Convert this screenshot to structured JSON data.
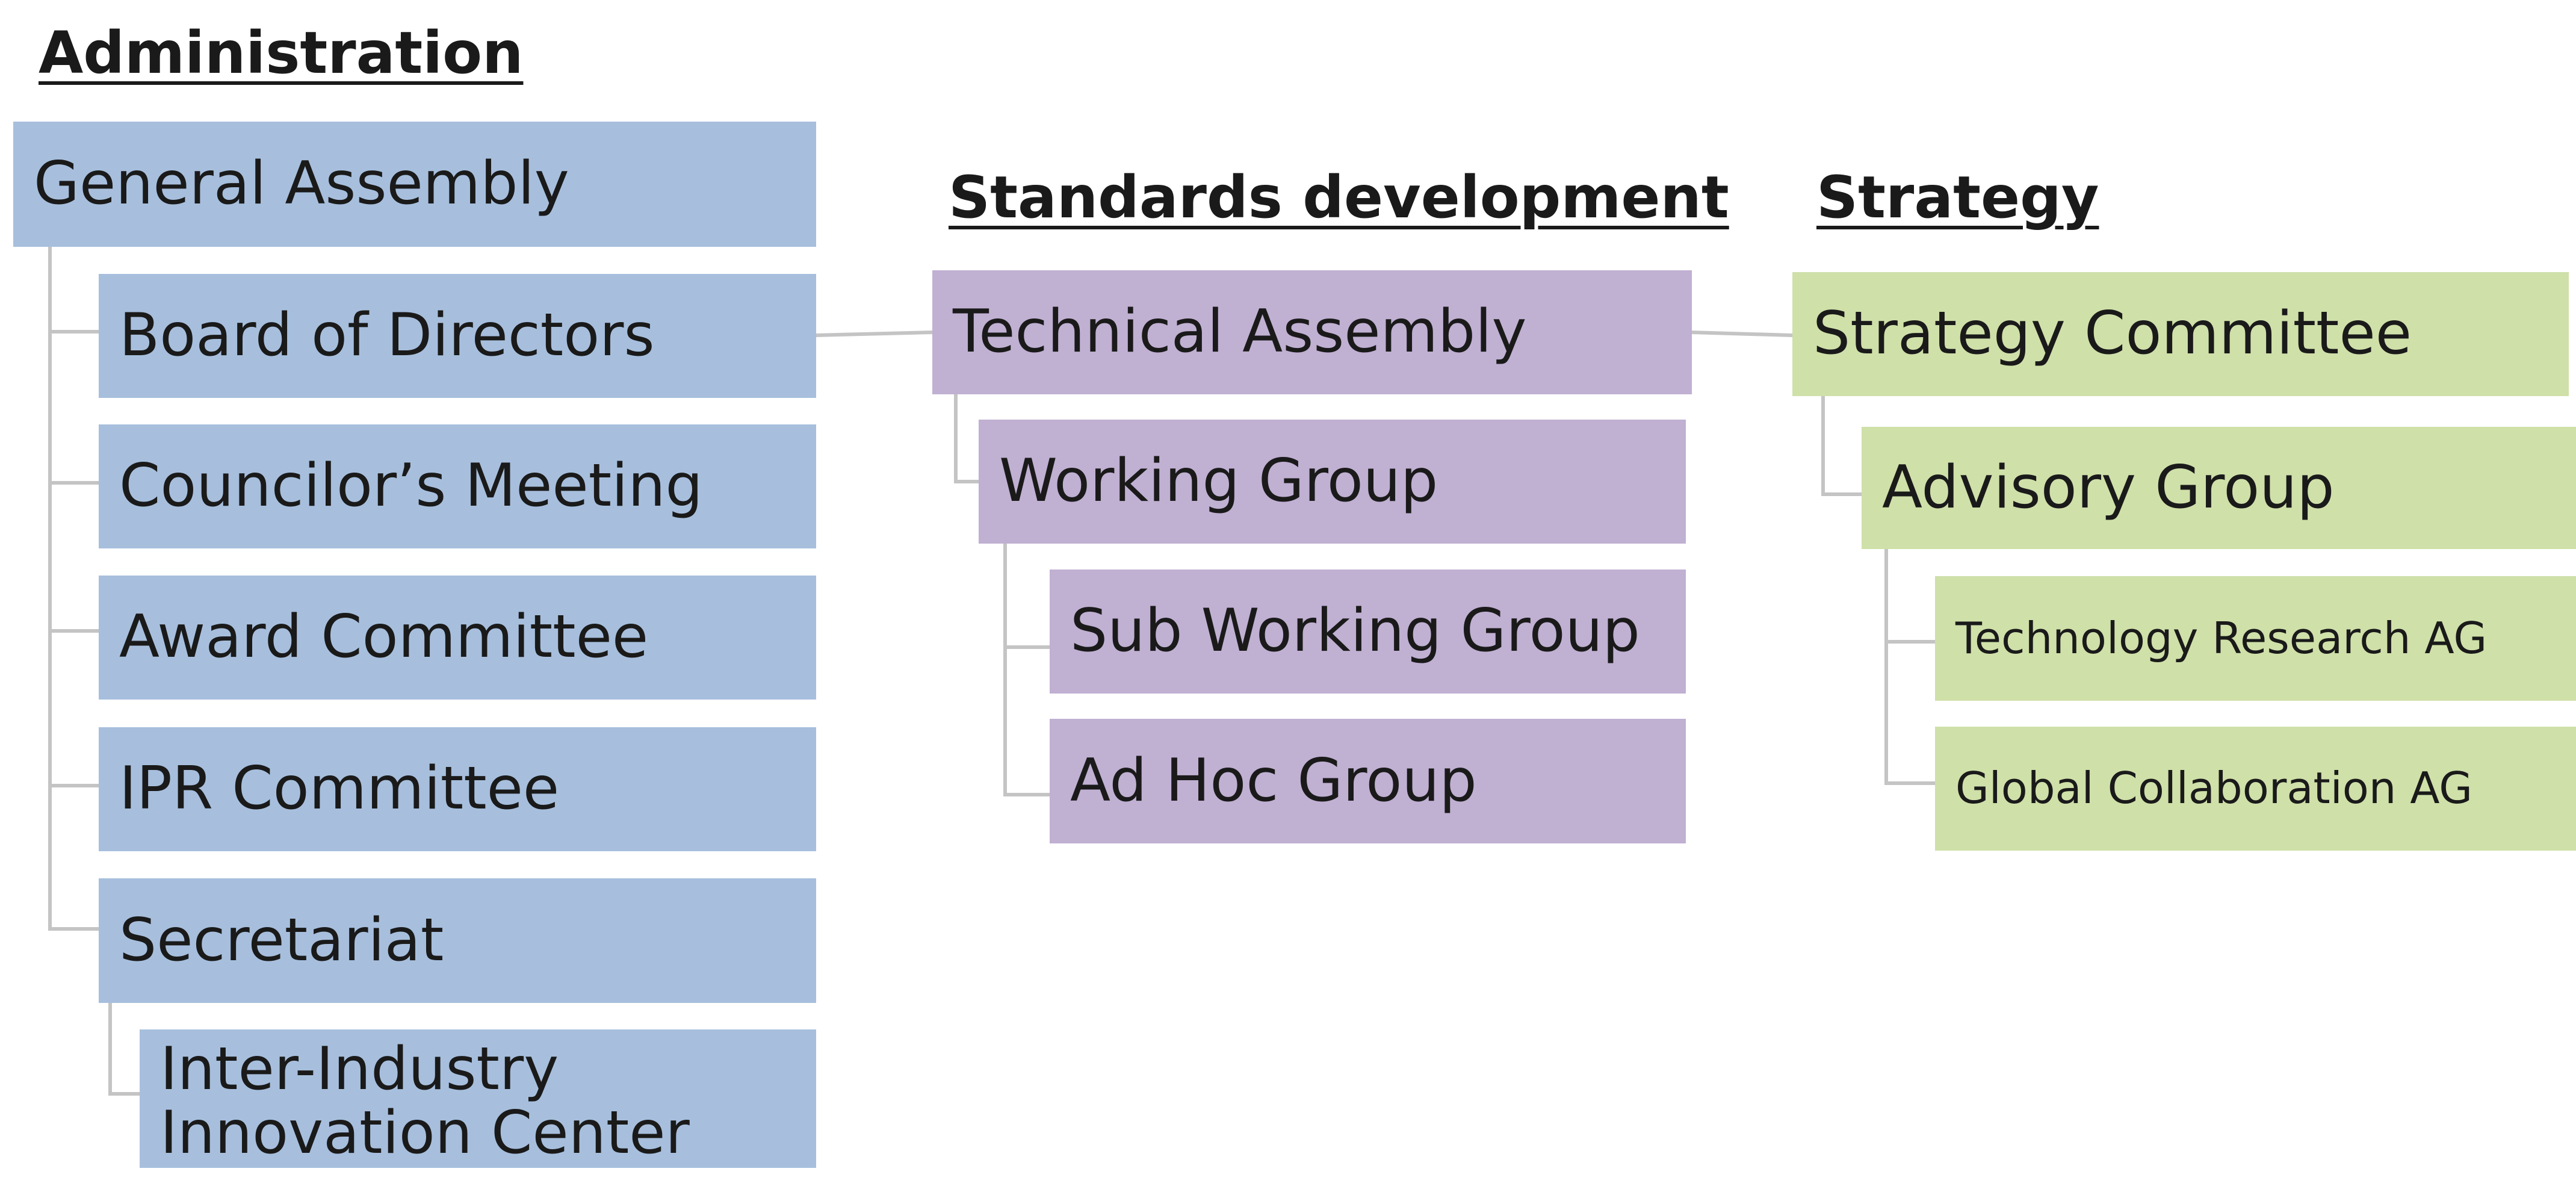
{
  "headings": {
    "administration": "Administration",
    "standards": "Standards development",
    "strategy": "Strategy"
  },
  "administration": {
    "general_assembly": "General Assembly",
    "board": "Board of Directors",
    "councilor": "Councilor’s Meeting",
    "award": "Award Committee",
    "ipr": "IPR Committee",
    "secretariat": "Secretariat",
    "iiic_line1": "Inter-Industry",
    "iiic_line2": "Innovation Center"
  },
  "standards": {
    "technical_assembly": "Technical Assembly",
    "working_group": "Working Group",
    "sub_working_group": "Sub Working Group",
    "ad_hoc_group": "Ad Hoc Group"
  },
  "strategy": {
    "committee": "Strategy Committee",
    "advisory_group": "Advisory Group",
    "tech_research": "Technology Research AG",
    "global_collab": "Global Collaboration AG"
  },
  "colors": {
    "administration": "#a7bfdd",
    "standards": "#c0b0d2",
    "strategy": "#cfe0a9",
    "connector": "#c4c4c4"
  }
}
